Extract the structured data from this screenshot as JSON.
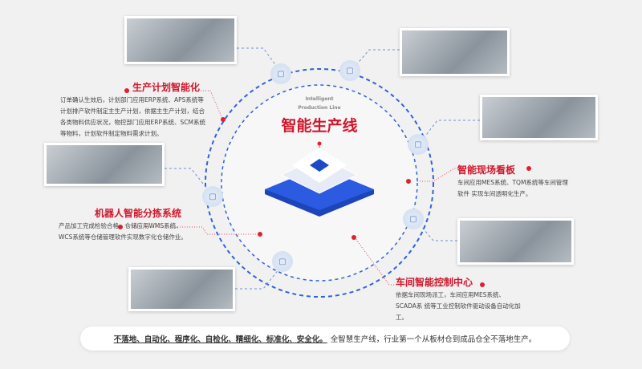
{
  "center": {
    "subtitle_line1": "Intelligent",
    "subtitle_line2": "Production Line",
    "title": "智能生产线"
  },
  "sections": [
    {
      "title": "生产计划智能化",
      "desc": "订单确认生效后，计划部门应用ERP系统、APS系统等计划排产软件制定主生产计划，依据主生产计划，结合各类物料供应状况，物控部门应用ERP系统、SCM系统等物料，计划软件制定物料需求计划。"
    },
    {
      "title": "机器人智能分拣系统",
      "desc": "产品加工完成检验合格，仓储应用WMS系统、WCS系统等仓储管理软件实现数字化仓储作业。"
    },
    {
      "title": "智能现场看板",
      "desc": "车间应用MES系统、TQM系统等车间管理软件 实现车间透明化生产。"
    },
    {
      "title": "车间智能控制中心",
      "desc": "依据车间现场派工，车间应用MES系统、SCADA系 统等工业控制软件驱动设备自动化加工。"
    }
  ],
  "footer": {
    "bold": "不落地、自动化、程序化、自检化、精细化、标准化、安全化。",
    "text": "全智慧生产线，行业第一个从板材仓到成品仓全不落地生产。"
  },
  "colors": {
    "accent": "#d0182b",
    "ring": "#2f62d6"
  }
}
